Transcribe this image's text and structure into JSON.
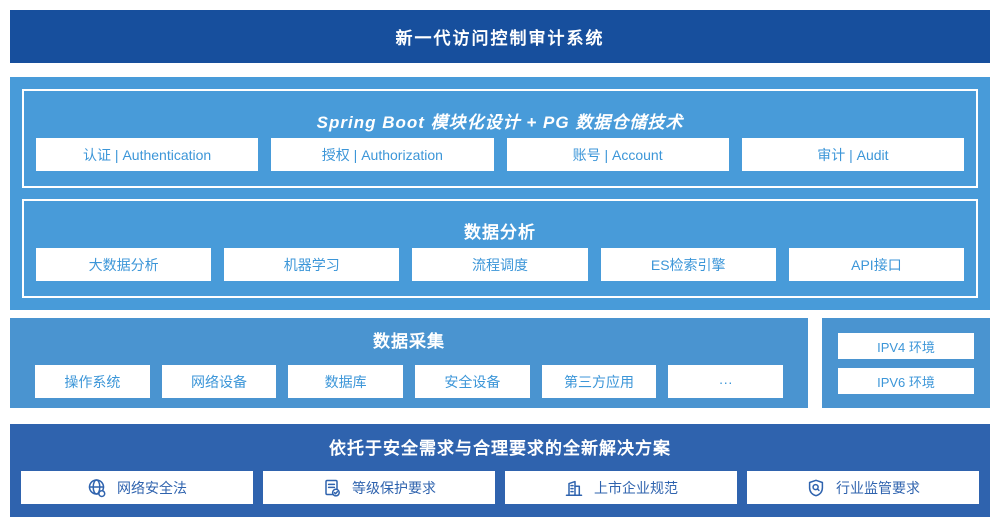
{
  "colors": {
    "navy": "#174F9D",
    "blue": "#489BD9",
    "blue-muted": "#4A94D0",
    "bottom-navy": "#2F63AE",
    "chip-blue": "#3C96D8"
  },
  "banner": {
    "title": "新一代访问控制审计系统"
  },
  "spring_boot": {
    "title": "Spring Boot 模块化设计 + PG 数据仓储技术",
    "items": [
      "认证 | Authentication",
      "授权 | Authorization",
      "账号 | Account",
      "审计 | Audit"
    ]
  },
  "data_analysis": {
    "title": "数据分析",
    "items": [
      "大数据分析",
      "机器学习",
      "流程调度",
      "ES检索引擎",
      "API接口"
    ]
  },
  "data_collection": {
    "title": "数据采集",
    "items": [
      "操作系统",
      "网络设备",
      "数据库",
      "安全设备",
      "第三方应用",
      "···"
    ]
  },
  "environments": {
    "items": [
      "IPV4 环境",
      "IPV6 环境"
    ]
  },
  "solution": {
    "title": "依托于安全需求与合理要求的全新解决方案",
    "items": [
      {
        "icon": "globe-icon",
        "label": "网络安全法"
      },
      {
        "icon": "document-check-icon",
        "label": "等级保护要求"
      },
      {
        "icon": "building-icon",
        "label": "上市企业规范"
      },
      {
        "icon": "shield-search-icon",
        "label": "行业监管要求"
      }
    ]
  }
}
